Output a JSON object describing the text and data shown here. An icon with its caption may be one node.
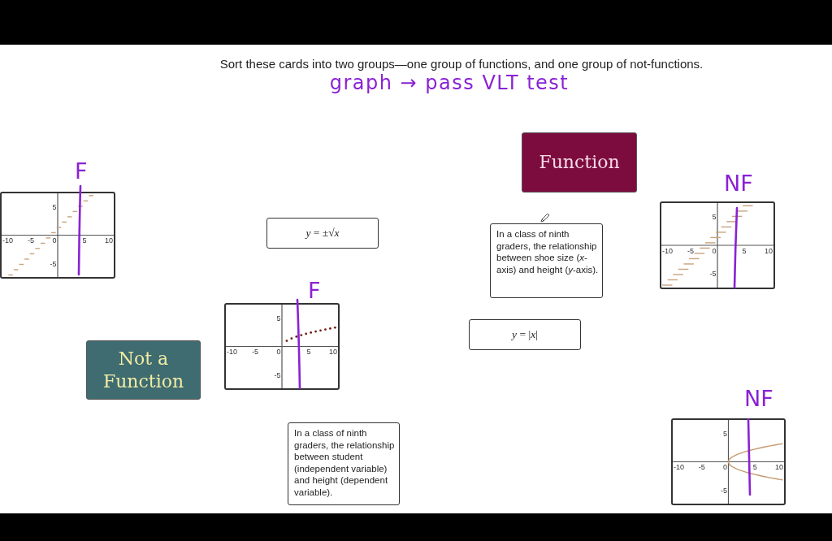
{
  "diagram": {
    "title": "Sort these cards into two groups—one group of functions, and one group of not-functions.",
    "nodes": [
      {
        "text": [
          "Function"
        ]
      },
      {
        "text": [
          "5",
          "-10",
          "-5",
          "0",
          "5",
          "10",
          "-5"
        ],
        "beside": [
          "F"
        ]
      },
      {
        "text": [
          "*y* = ±√*x*"
        ]
      },
      {
        "text": [
          "In a class of ninth graders, the relationship between shoe size (*x*-axis) and height (*y*-axis)."
        ]
      },
      {
        "text": [
          "5",
          "-10",
          "-5",
          "0",
          "5",
          "10",
          "-5"
        ],
        "beside": [
          "NF"
        ]
      },
      {
        "text": [
          "5",
          "-10",
          "-5",
          "0",
          "5",
          "10",
          "-5"
        ],
        "beside": [
          "F"
        ]
      },
      {
        "text": [
          "*y* = |*x*|"
        ]
      },
      {
        "text": [
          "Not a Function"
        ]
      },
      {
        "text": [
          "In a class of ninth graders, the relationship between student (independent variable) and height (dependent variable)."
        ]
      },
      {
        "text": [
          "5",
          "-10",
          "-5",
          "0",
          "5",
          "10",
          "-5"
        ],
        "beside": [
          "NF"
        ]
      }
    ],
    "labels": [
      "graph → pass VLT test"
    ]
  }
}
